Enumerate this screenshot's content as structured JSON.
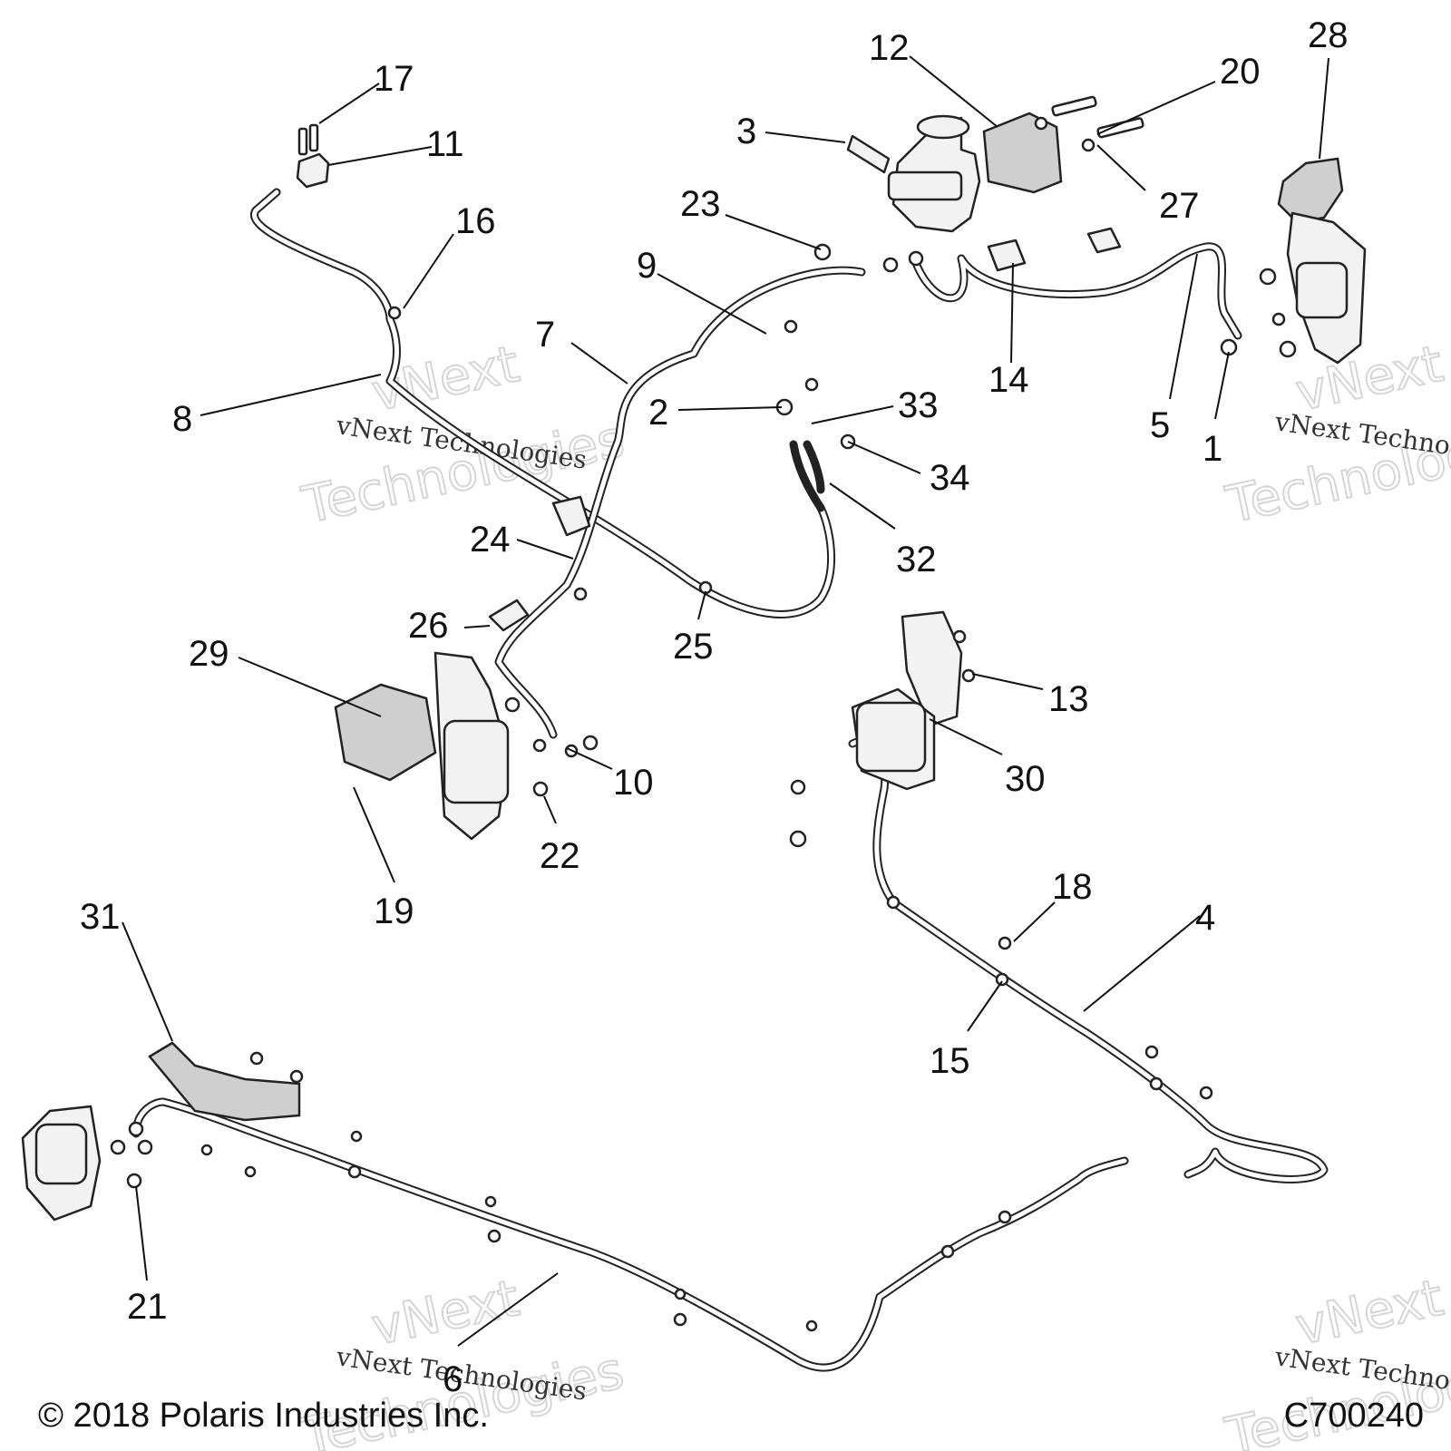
{
  "callouts": [
    "1",
    "2",
    "3",
    "4",
    "5",
    "6",
    "7",
    "8",
    "9",
    "10",
    "11",
    "12",
    "13",
    "14",
    "15",
    "16",
    "17",
    "18",
    "19",
    "20",
    "21",
    "22",
    "23",
    "24",
    "25",
    "26",
    "27",
    "28",
    "29",
    "30",
    "31",
    "32",
    "33",
    "34"
  ],
  "watermark": {
    "line1": "vNext",
    "line2": "Technologies",
    "inline": "vNext Technologies",
    "inline_clipped": "vNext Techno"
  },
  "footer": {
    "copyright": "© 2018 Polaris Industries Inc.",
    "drawing_id": "C700240"
  }
}
